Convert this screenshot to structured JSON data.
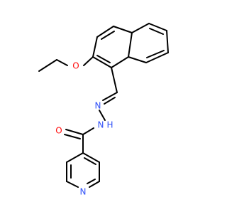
{
  "molecule": {
    "atom_labels": {
      "ether_oxygen": "O",
      "carbonyl_oxygen": "O",
      "imine_nitrogen": "N",
      "amide_nitrogen": "N",
      "amide_hydrogen": "H",
      "pyridine_nitrogen": "N"
    },
    "colors": {
      "bond": "#000000",
      "oxygen": "#ff0d0d",
      "nitrogen": "#3050f8",
      "background": "#ffffff"
    }
  }
}
